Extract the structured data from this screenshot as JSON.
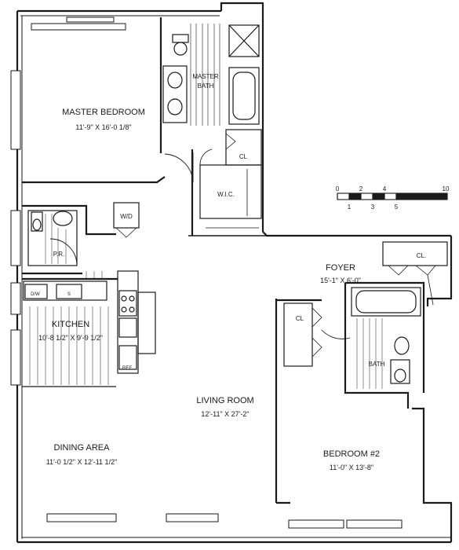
{
  "rooms": {
    "master_bedroom": {
      "name": "MASTER BEDROOM",
      "dims": "11'-9\" X 16'-0 1/8\""
    },
    "master_bath": {
      "line1": "MASTER",
      "line2": "BATH"
    },
    "closet_master": "CL",
    "wic": "W.I.C.",
    "wd": "W/D",
    "powder_room": "P.R.",
    "foyer": {
      "name": "FOYER",
      "dims": "15'-1\" X 6'-0\""
    },
    "foyer_closet": "CL.",
    "kitchen": {
      "name": "KITCHEN",
      "dims": "10'-8 1/2\" X 9'-9 1/2\""
    },
    "living_room": {
      "name": "LIVING ROOM",
      "dims": "12'-11\" X 27'-2\""
    },
    "dining_area": {
      "name": "DINING AREA",
      "dims": "11'-0 1/2\" X 12'-11 1/2\""
    },
    "bedroom2": {
      "name": "BEDROOM #2",
      "dims": "11'-0\" X 13'-8\""
    },
    "bedroom2_closet": "CL",
    "bath": "BATH"
  },
  "fixtures": {
    "dishwasher": "D/W",
    "sink": "S",
    "refrigerator": "REF"
  },
  "scale_bar": {
    "top_labels": [
      "0",
      "2",
      "4",
      "10"
    ],
    "bottom_labels": [
      "1",
      "3",
      "5"
    ]
  }
}
